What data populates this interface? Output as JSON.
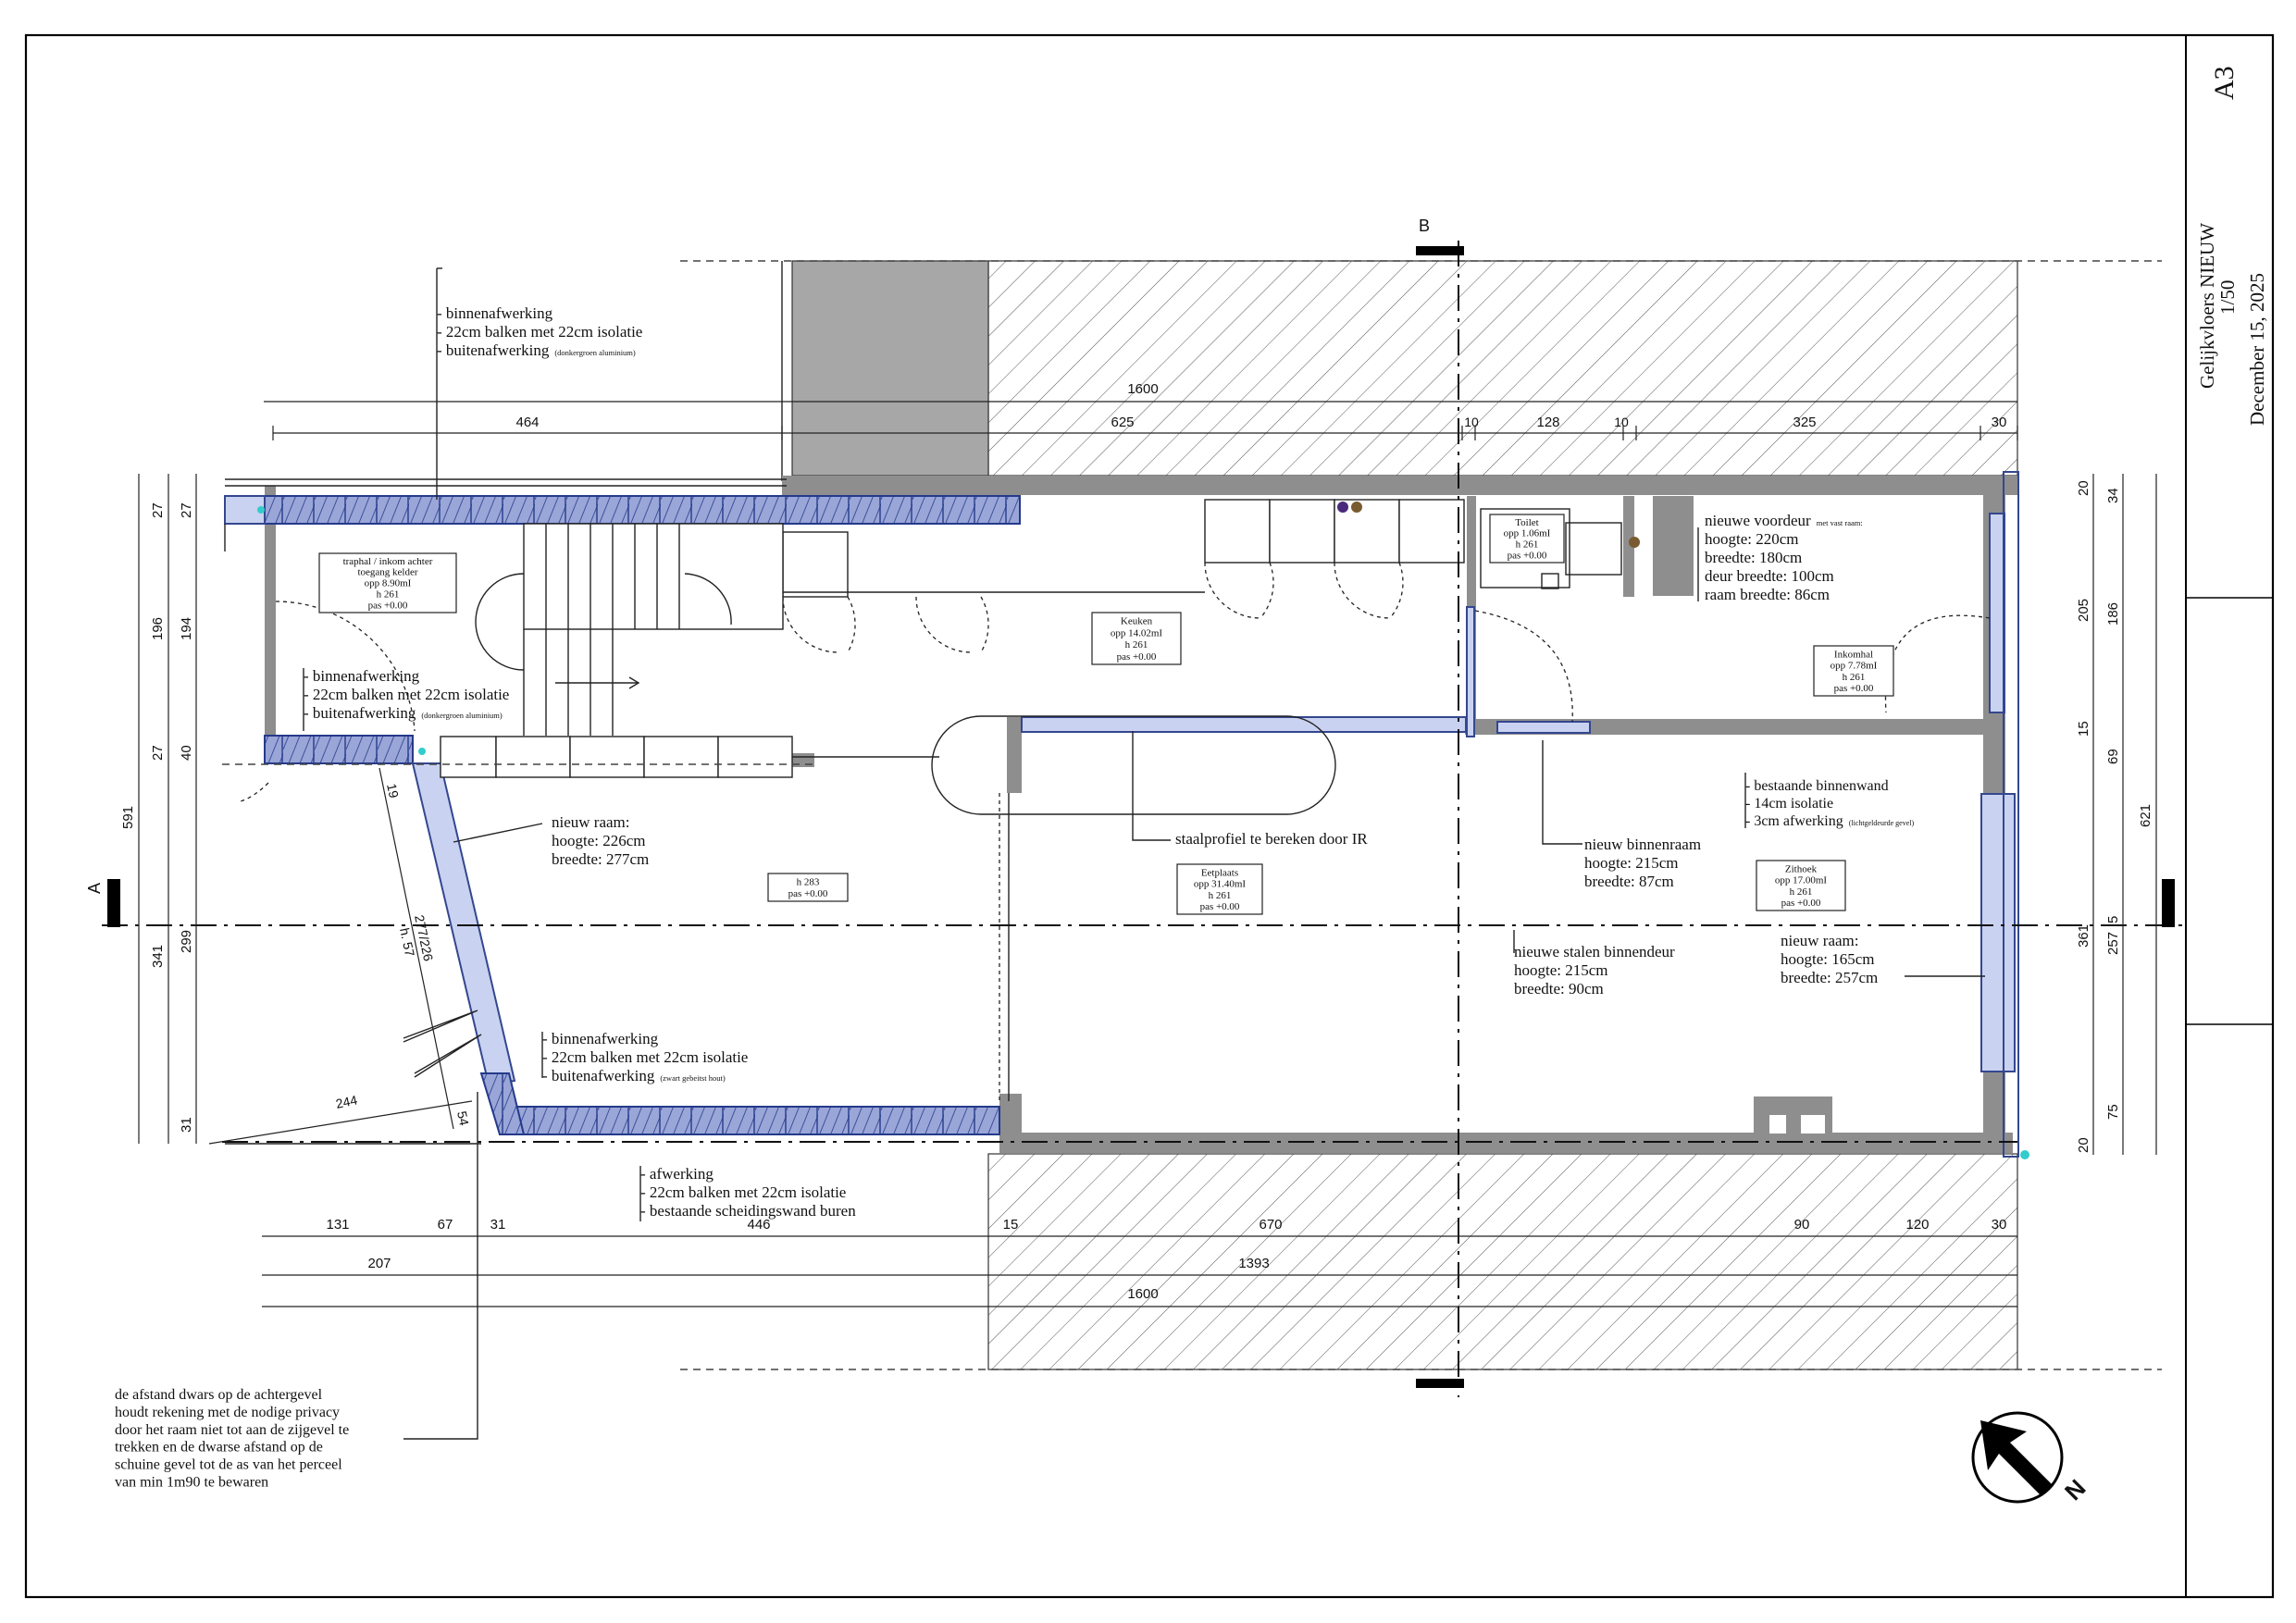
{
  "title_block": {
    "paper_size": "A3",
    "drawing_title": "Gelijkvloers NIEUW",
    "scale": "1/50",
    "date": "December 15, 2025"
  },
  "section_markers": {
    "a": "A",
    "b": "B"
  },
  "rooms": [
    {
      "id": "traphal",
      "lines": [
        "traphal / inkom achter",
        "toegang kelder",
        "opp 8.90mI",
        "h 261",
        "pas +0.00"
      ]
    },
    {
      "id": "keuken",
      "lines": [
        "Keuken",
        "opp 14.02mI",
        "h 261",
        "pas +0.00"
      ]
    },
    {
      "id": "toilet",
      "lines": [
        "Toilet",
        "opp 1.06mI",
        "h 261",
        "pas +0.00"
      ]
    },
    {
      "id": "inkomhal",
      "lines": [
        "Inkomhal",
        "opp 7.78mI",
        "h 261",
        "pas +0.00"
      ]
    },
    {
      "id": "eetplaats",
      "lines": [
        "Eetplaats",
        "opp 31.40mI",
        "h 261",
        "pas +0.00"
      ]
    },
    {
      "id": "zithoek",
      "lines": [
        "Zithoek",
        "opp 17.00mI",
        "h 261",
        "pas +0.00"
      ]
    },
    {
      "id": "h283",
      "lines": [
        "h 283",
        "pas +0.00"
      ]
    }
  ],
  "annotations": {
    "top_wall": [
      "- binnenafwerking",
      "- 22cm balken met 22cm isolatie",
      "- buitenafwerking"
    ],
    "top_wall_small": "(donkergroen aluminium)",
    "mid_wall": [
      "- binnenafwerking",
      "- 22cm balken met 22cm isolatie",
      "- buitenafwerking"
    ],
    "mid_wall_small": "(donkergroen aluminium)",
    "slant_wall": [
      "- binnenafwerking",
      "- 22cm balken met 22cm isolatie",
      "- buitenafwerking"
    ],
    "slant_wall_small": "(zwart gebeitst hout)",
    "bottom_wall": [
      "- afwerking",
      "- 22cm balken met 22cm isolatie",
      "- bestaande scheidingswand buren"
    ],
    "new_window_rear": [
      "nieuw raam:",
      "hoogte: 226cm",
      "breedte: 277cm"
    ],
    "staalprofiel": "staalprofiel te bereken door IR",
    "inner_window": [
      "nieuw binnenraam",
      "hoogte: 215cm",
      "breedte: 87cm"
    ],
    "steel_door": [
      "nieuwe stalen binnendeur",
      "hoogte: 215cm",
      "breedte: 90cm"
    ],
    "existing_wall": [
      "- bestaande binnenwand",
      "- 14cm isolatie",
      "- 3cm afwerking"
    ],
    "existing_wall_small": "(lichtgeldeurde gevel)",
    "front_window": [
      "nieuw raam:",
      "hoogte: 165cm",
      "breedte: 257cm"
    ],
    "front_door": [
      "nieuwe voordeur",
      "hoogte: 220cm",
      "breedte: 180cm",
      "deur breedte: 100cm",
      "raam breedte: 86cm"
    ],
    "front_door_small": "met vast raam:",
    "privacy_note": [
      "de afstand dwars op de achtergevel",
      "houdt rekening met de nodige privacy",
      "door het raam niet tot aan de zijgevel te",
      "trekken en de dwarse afstand op de",
      "schuine gevel tot de as van het perceel",
      "van min 1m90 te bewaren"
    ]
  },
  "dimensions": {
    "top_total": "1600",
    "top_segments": [
      "464",
      "625",
      "10",
      "128",
      "10",
      "325",
      "30"
    ],
    "bottom_segments": [
      "131",
      "67",
      "31",
      "446",
      "15",
      "670",
      "90",
      "120",
      "30"
    ],
    "bottom_mid": [
      "207",
      "1393"
    ],
    "bottom_total": "1600",
    "left_outer": [
      "591",
      "341",
      "31"
    ],
    "left_inner": [
      "27",
      "196",
      "27",
      "299"
    ],
    "left_inner2": [
      "27",
      "194",
      "40"
    ],
    "right_inner": [
      "20",
      "205",
      "15",
      "361",
      "20"
    ],
    "right_inner2": [
      "34",
      "186",
      "69",
      "257",
      "75"
    ],
    "right_outer": [
      "621"
    ],
    "right_small": "5",
    "slant_labels": [
      "19",
      "277/226",
      "h. 57",
      "244",
      "54"
    ]
  },
  "north_label": "N"
}
